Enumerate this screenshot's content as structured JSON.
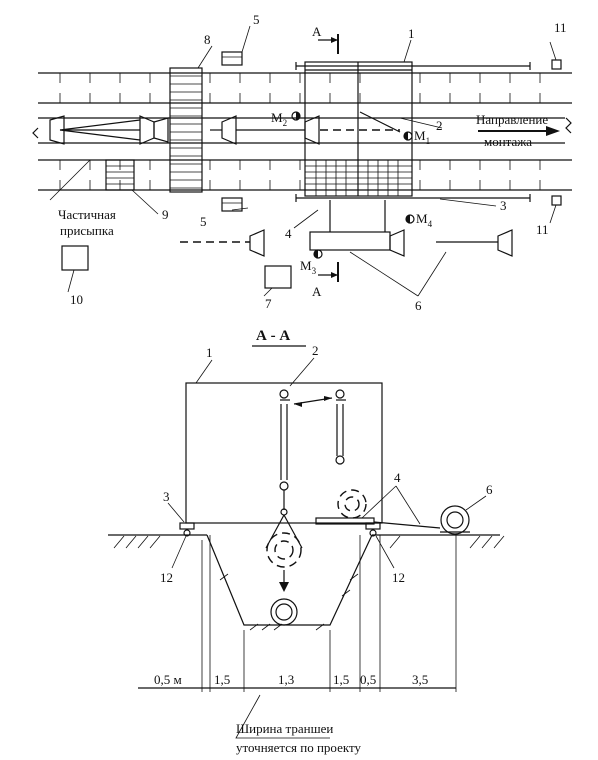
{
  "plan": {
    "labels": {
      "l1": "1",
      "l2": "2",
      "l3": "3",
      "l4": "4",
      "l5a": "5",
      "l5b": "5",
      "l6": "6",
      "l7": "7",
      "l8": "8",
      "l9": "9",
      "l10": "10",
      "l11a": "11",
      "l11b": "11"
    },
    "section_mark_top": "А",
    "section_mark_bottom": "А",
    "machines": {
      "m1": "M",
      "m1_sub": "1",
      "m2": "M",
      "m2_sub": "2",
      "m3": "M",
      "m3_sub": "3",
      "m4": "M",
      "m4_sub": "4"
    },
    "direction_line1": "Направление",
    "direction_line2": "монтажа",
    "partial_line1": "Частичная",
    "partial_line2": "присыпка"
  },
  "section": {
    "title": "А - А",
    "labels": {
      "l1": "1",
      "l2": "2",
      "l3": "3",
      "l4": "4",
      "l6": "6",
      "l12a": "12",
      "l12b": "12"
    },
    "dimensions": [
      "0,5 м",
      "1,5",
      "1,3",
      "1,5",
      "0,5",
      "3,5"
    ],
    "note_line1": "Ширина траншеи",
    "note_line2": "уточняется по проекту"
  }
}
